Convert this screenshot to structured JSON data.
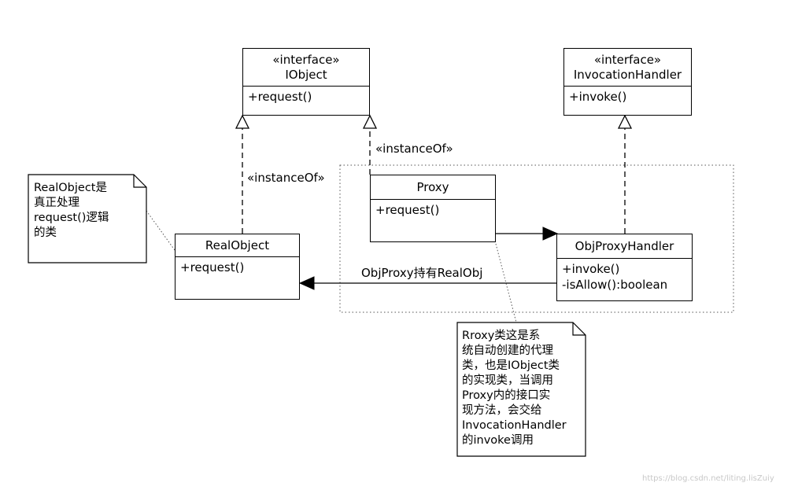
{
  "classes": {
    "iobject": {
      "stereotype": "«interface»",
      "name": "IObject",
      "methods": [
        "+request()"
      ]
    },
    "invocation_handler": {
      "stereotype": "«interface»",
      "name": "InvocationHandler",
      "methods": [
        "+invoke()"
      ]
    },
    "proxy": {
      "name": "Proxy",
      "methods": [
        "+request()"
      ]
    },
    "real_object": {
      "name": "RealObject",
      "methods": [
        "+request()"
      ]
    },
    "obj_proxy_handler": {
      "name": "ObjProxyHandler",
      "methods": [
        "+invoke()",
        "-isAllow():boolean"
      ]
    }
  },
  "labels": {
    "instance_of_proxy": "«instanceOf»",
    "instance_of_real": "«instanceOf»",
    "holds_real": "ObjProxy持有RealObj"
  },
  "notes": {
    "real_object_note": "RealObject是\n真正处理\nrequest()逻辑\n的类",
    "proxy_note": "Rroxy类这是系\n统自动创建的代理\n类，也是IObject类\n的实现类，当调用\nProxy内的接口实\n现方法，会交给\nInvocationHandler\n的invoke调用"
  },
  "watermark": "https://blog.csdn.net/liting.lisZuiy"
}
